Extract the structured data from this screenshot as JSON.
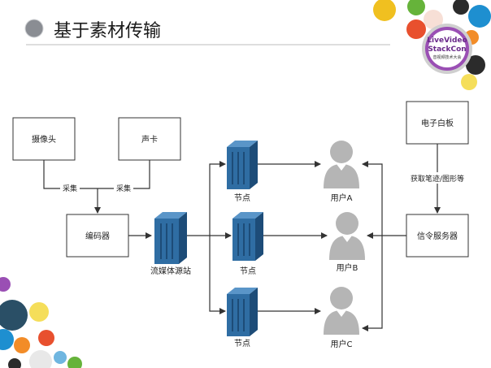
{
  "title": "基于素材传输",
  "logo": {
    "line1": "LiveVideo",
    "line2": "StackCon",
    "line3": "音视频技术大会"
  },
  "nodes": {
    "camera": "摄像头",
    "soundcard": "声卡",
    "encoder": "编码器",
    "streaming_source": "流媒体源站",
    "node_a": "节点",
    "node_b": "节点",
    "node_c": "节点",
    "user_a": "用户A",
    "user_b": "用户B",
    "user_c": "用户C",
    "whiteboard": "电子白板",
    "signal_server": "信令服务器"
  },
  "edges": {
    "capture1": "采集",
    "capture2": "采集",
    "get_strokes": "获取笔迹/图形等"
  },
  "colors": {
    "server_blue": "#2f6da3",
    "server_dark": "#1d4c78",
    "user_gray": "#b5b5b5",
    "line": "#333333",
    "box_border": "#333333"
  },
  "icons": {
    "server": "server-rack-icon",
    "user": "user-silhouette-icon"
  }
}
